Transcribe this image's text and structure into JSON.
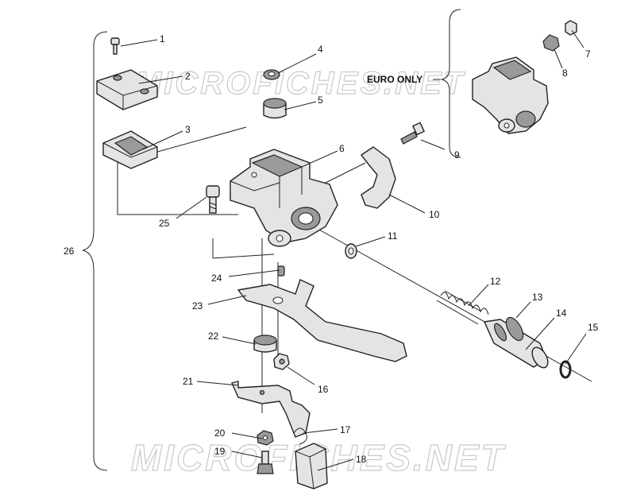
{
  "diagram": {
    "euro_label": "EURO ONLY",
    "watermark": "MICROFICHES.NET",
    "callouts": {
      "c1": "1",
      "c2": "2",
      "c3": "3",
      "c4": "4",
      "c5": "5",
      "c6": "6",
      "c7": "7",
      "c8": "8",
      "c9": "9",
      "c10": "10",
      "c11": "11",
      "c12": "12",
      "c13": "13",
      "c14": "14",
      "c15": "15",
      "c16": "16",
      "c17": "17",
      "c18": "18",
      "c19": "19",
      "c20": "20",
      "c21": "21",
      "c22": "22",
      "c23": "23",
      "c24": "24",
      "c25": "25",
      "c26": "26"
    }
  }
}
